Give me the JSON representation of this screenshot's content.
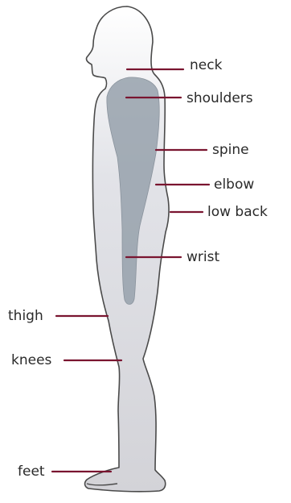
{
  "labels": {
    "neck": "neck",
    "shoulders": "shoulders",
    "spine": "spine",
    "elbow": "elbow",
    "low_back": "low back",
    "wrist": "wrist",
    "thigh": "thigh",
    "knees": "knees",
    "feet": "feet"
  },
  "colors": {
    "body_top": "#ffffff",
    "body_bottom": "#d3d3d8",
    "body_outline": "#4a4a4a",
    "arm_fill": "#97a1ab",
    "leader_line": "#7a1530",
    "text": "#2a2a2a"
  }
}
